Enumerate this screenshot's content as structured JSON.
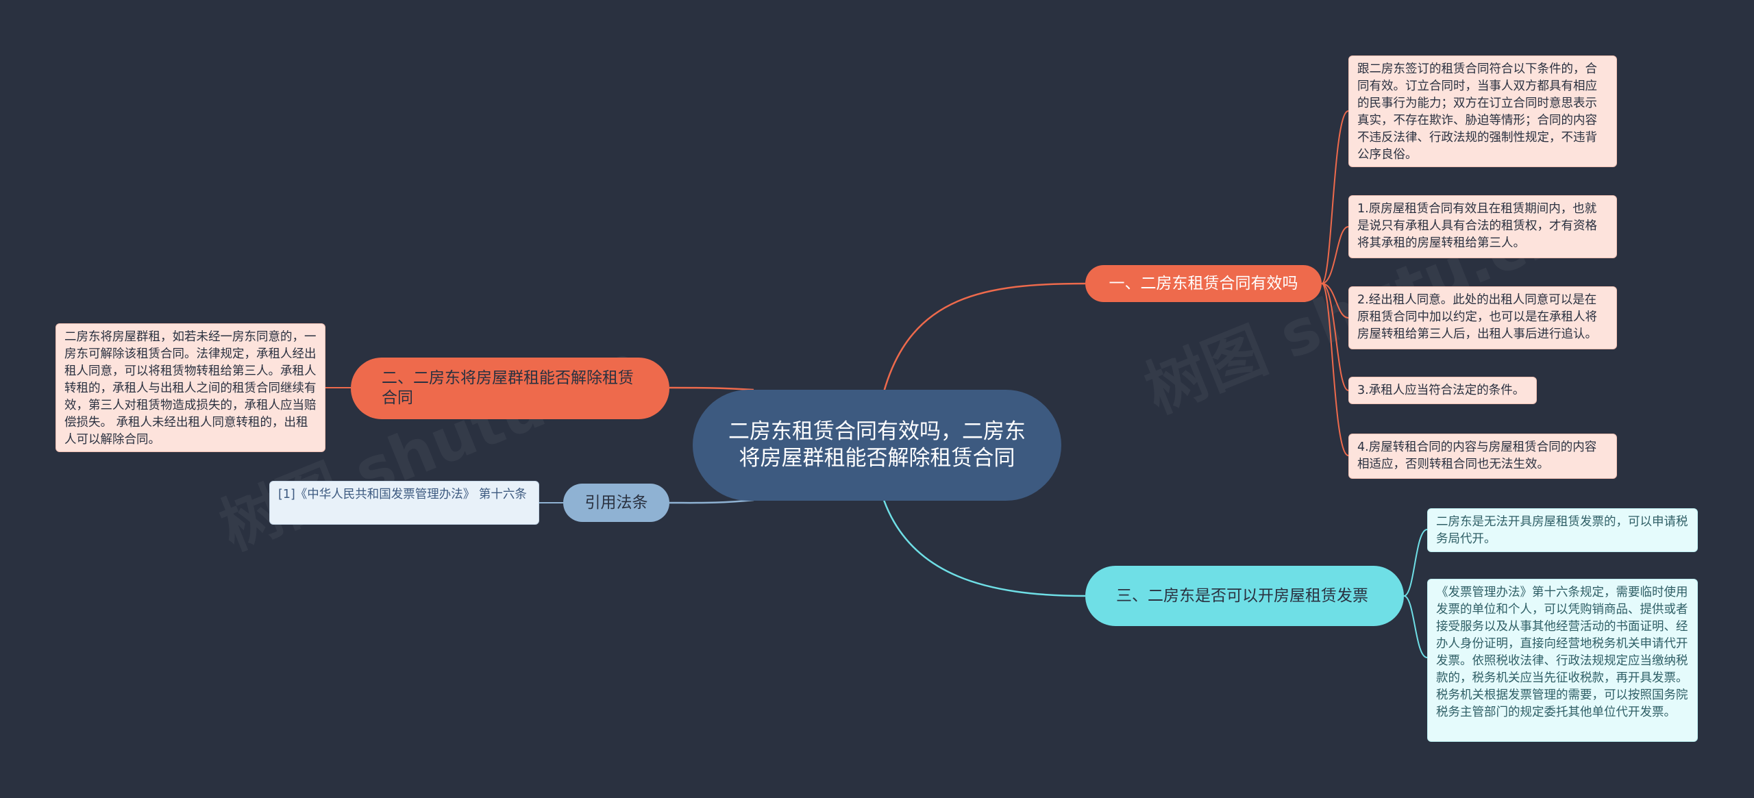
{
  "center": {
    "label": "二房东租赁合同有效吗，二房东将房屋群租能否解除租赁合同"
  },
  "branches": [
    {
      "label": "一、二房东租赁合同有效吗",
      "color": "#ee6a4c",
      "leaves": [
        "跟二房东签订的租赁合同符合以下条件的，合同有效。订立合同时，当事人双方都具有相应的民事行为能力；双方在订立合同时意思表示真实，不存在欺诈、胁迫等情形；合同的内容不违反法律、行政法规的强制性规定，不违背公序良俗。",
        "1.原房屋租赁合同有效且在租赁期间内，也就是说只有承租人具有合法的租赁权，才有资格将其承租的房屋转租给第三人。",
        "2.经出租人同意。此处的出租人同意可以是在原租赁合同中加以约定，也可以是在承租人将房屋转租给第三人后，出租人事后进行追认。",
        "3.承租人应当符合法定的条件。",
        "4.房屋转租合同的内容与房屋租赁合同的内容相适应，否则转租合同也无法生效。"
      ]
    },
    {
      "label": "二、二房东将房屋群租能否解除租赁合同",
      "color": "#ee6a4c",
      "leaves": [
        "二房东将房屋群租，如若未经一房东同意的，一房东可解除该租赁合同。法律规定，承租人经出租人同意，可以将租赁物转租给第三人。承租人转租的，承租人与出租人之间的租赁合同继续有效，第三人对租赁物造成损失的，承租人应当赔偿损失。 承租人未经出租人同意转租的，出租人可以解除合同。"
      ]
    },
    {
      "label": "三、二房东是否可以开房屋租赁发票",
      "color": "#6fdfe6",
      "leaves": [
        "二房东是无法开具房屋租赁发票的，可以申请税务局代开。",
        "《发票管理办法》第十六条规定，需要临时使用发票的单位和个人，可以凭购销商品、提供或者接受服务以及从事其他经营活动的书面证明、经办人身份证明，直接向经营地税务机关申请代开发票。依照税收法律、行政法规规定应当缴纳税款的，税务机关应当先征收税款，再开具发票。税务机关根据发票管理的需要，可以按照国务院税务主管部门的规定委托其他单位代开发票。"
      ]
    },
    {
      "label": "引用法条",
      "color": "#8fb2d3",
      "leaves": [
        "[1]《中华人民共和国发票管理办法》 第十六条"
      ]
    }
  ]
}
